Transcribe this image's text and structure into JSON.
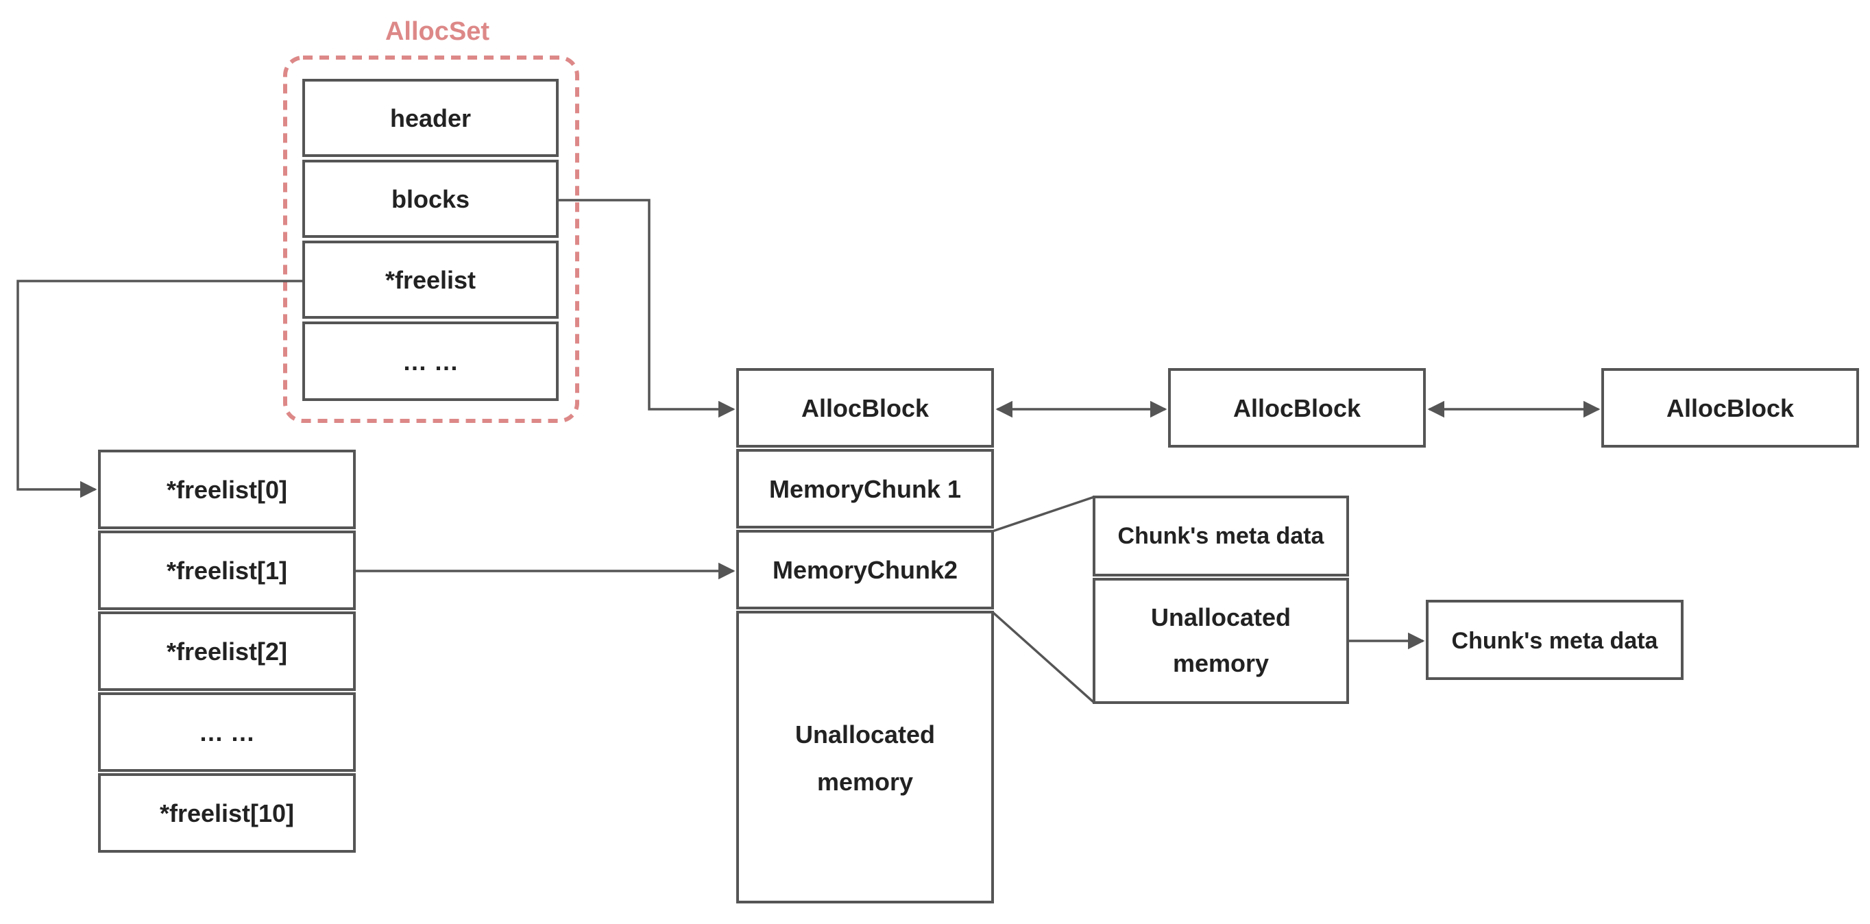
{
  "allocset": {
    "title": "AllocSet",
    "fields": [
      "header",
      "blocks",
      "*freelist",
      "… …"
    ]
  },
  "freelist": {
    "items": [
      "*freelist[0]",
      "*freelist[1]",
      "*freelist[2]",
      "… …",
      "*freelist[10]"
    ]
  },
  "block_chain": {
    "blocks": [
      "AllocBlock",
      "AllocBlock",
      "AllocBlock"
    ]
  },
  "block": {
    "chunks": [
      "MemoryChunk 1",
      "MemoryChunk2"
    ],
    "unallocated": [
      "Unallocated",
      "memory"
    ]
  },
  "chunk_detail": {
    "meta": "Chunk's meta data",
    "unallocated": [
      "Unallocated",
      "memory"
    ],
    "next_meta": "Chunk's meta data"
  },
  "colors": {
    "line": "#555555",
    "text": "#222222",
    "group_accent": "#dd8888",
    "background": "#ffffff"
  }
}
